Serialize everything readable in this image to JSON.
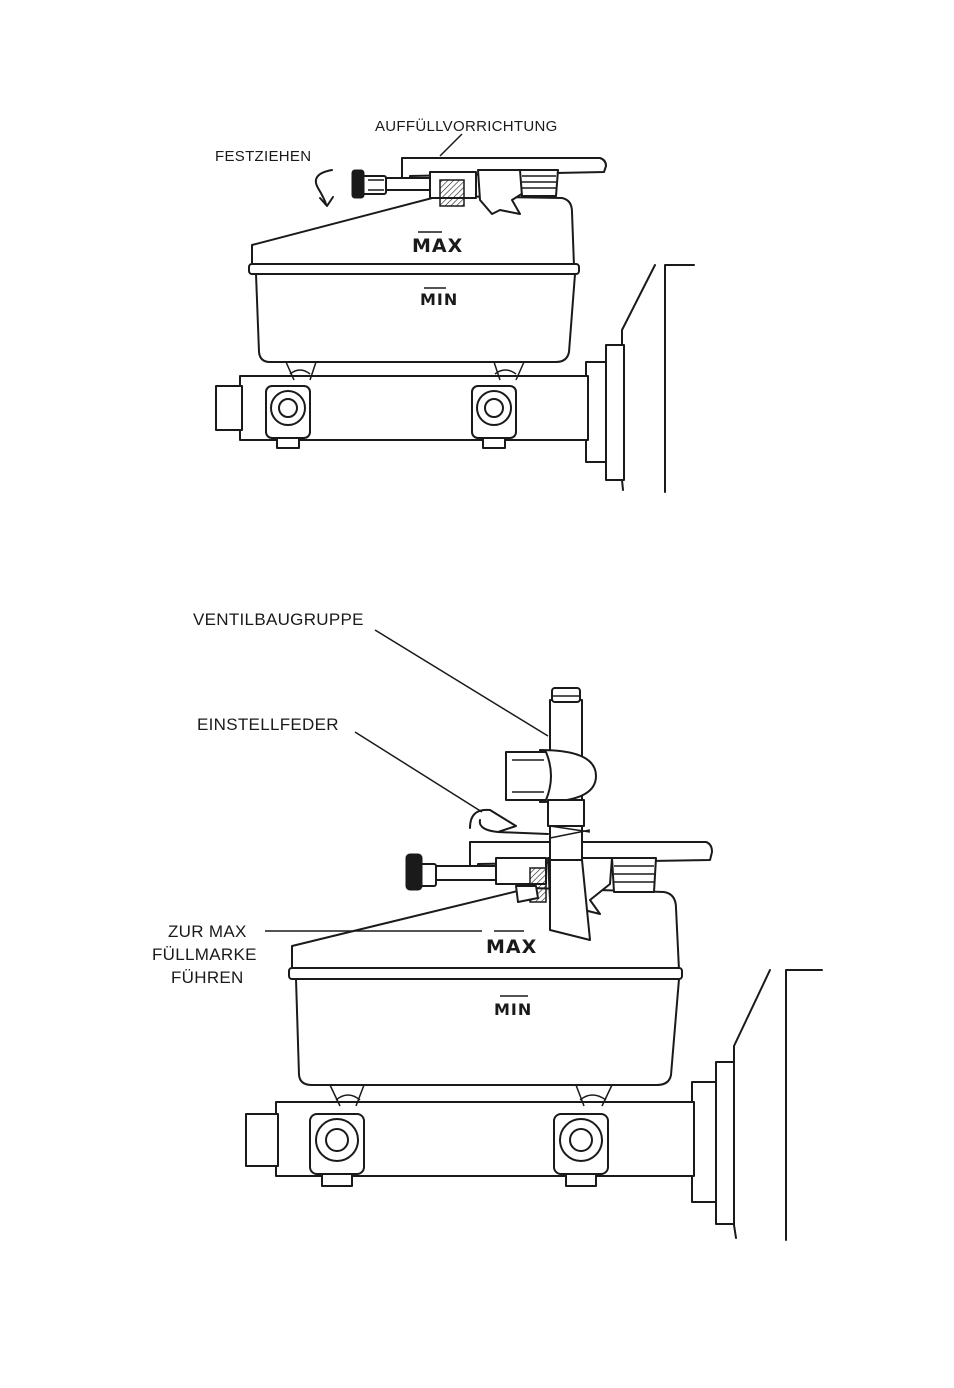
{
  "figure_top": {
    "labels": {
      "filler_device": "AUFFÜLLVORRICHTUNG",
      "tighten": "FESTZIEHEN"
    },
    "marks": {
      "max": "MAX",
      "min": "MIN"
    }
  },
  "figure_bottom": {
    "labels": {
      "valve_assembly": "VENTILBAUGRUPPE",
      "adjusting_spring": "EINSTELLFEDER",
      "guide_line_1": "ZUR MAX",
      "guide_line_2": "FÜLLMARKE",
      "guide_line_3": "FÜHREN"
    },
    "marks": {
      "max": "MAX",
      "min": "MIN"
    }
  }
}
